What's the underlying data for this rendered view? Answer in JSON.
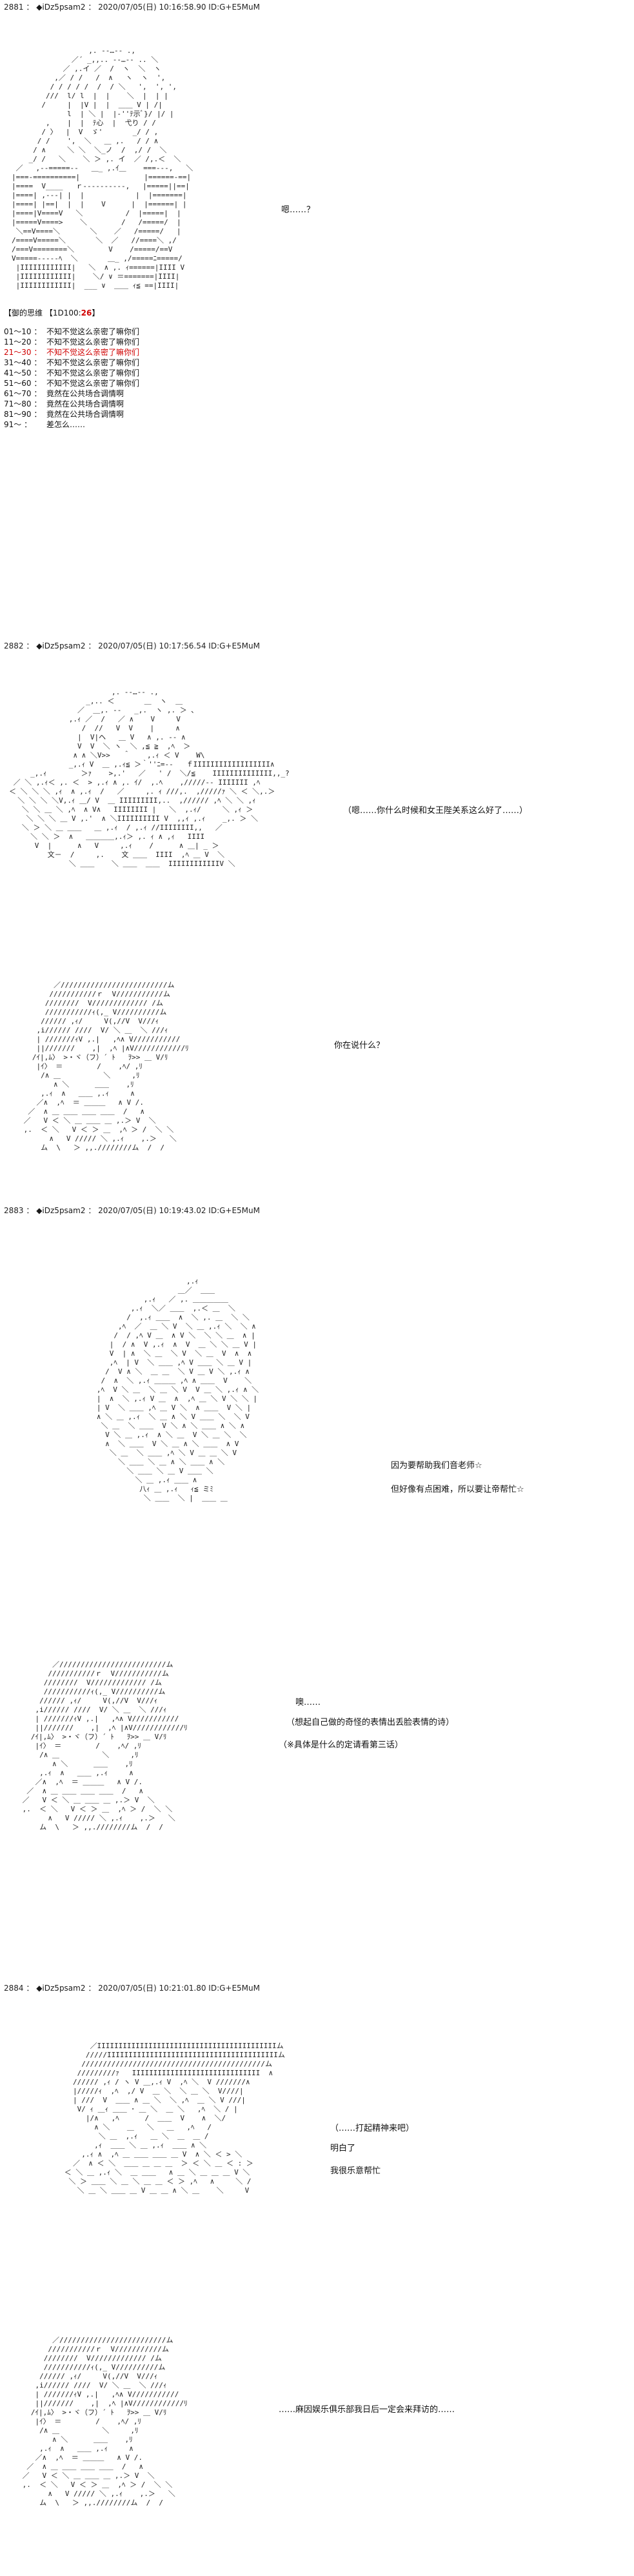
{
  "posts": [
    {
      "number": "2881",
      "name": "◆iDz5psam2",
      "date": "2020/07/05(日) 10:16:58.90 ID:G+E5MuM",
      "speech": [
        "嗯……？"
      ],
      "dice": {
        "title_prefix": "【御的思维  【1D100:",
        "roll": "26",
        "title_suffix": "】",
        "rows": [
          {
            "range": "01～10 ：",
            "text": "不知不觉这么亲密了嘛你们",
            "hit": false
          },
          {
            "range": "11～20 ：",
            "text": "不知不觉这么亲密了嘛你们",
            "hit": false
          },
          {
            "range": "21～30 ：",
            "text": "不知不觉这么亲密了嘛你们",
            "hit": true
          },
          {
            "range": "31～40 ：",
            "text": "不知不觉这么亲密了嘛你们",
            "hit": false
          },
          {
            "range": "41～50 ：",
            "text": "不知不觉这么亲密了嘛你们",
            "hit": false
          },
          {
            "range": "51～60 ：",
            "text": "不知不觉这么亲密了嘛你们",
            "hit": false
          },
          {
            "range": "61～70 ：",
            "text": "竟然在公共场合调情啊",
            "hit": false
          },
          {
            "range": "71～80 ：",
            "text": "竟然在公共场合调情啊",
            "hit": false
          },
          {
            "range": "81～90 ：",
            "text": "竟然在公共场合调情啊",
            "hit": false
          },
          {
            "range": "91～ ：",
            "text": "差怎么……",
            "hit": false
          }
        ]
      }
    },
    {
      "number": "2882",
      "name": "◆iDz5psam2",
      "date": "2020/07/05(日) 10:17:56.54 ID:G+E5MuM",
      "speech": [
        "（嗯……你什么时候和女王陛关系这么好了……）",
        "你在说什么？"
      ]
    },
    {
      "number": "2883",
      "name": "◆iDz5psam2",
      "date": "2020/07/05(日) 10:19:43.02 ID:G+E5MuM",
      "speech": [
        "因为要帮助我们音老师☆",
        "但好像有点困难，所以要让帝帮忙☆",
        "噢……",
        "（想起自己做的奇怪的表情出丢脸表情的诗）",
        "（※具体是什么的定请看第三话）"
      ]
    },
    {
      "number": "2884",
      "name": "◆iDz5psam2",
      "date": "2020/07/05(日) 10:21:01.80 ID:G+E5MuM",
      "speech": [
        "（……打起精神来吧）",
        "明白了",
        "我很乐意帮忙",
        "……麻因娱乐俱乐部我日后一定会来拜访的……"
      ]
    }
  ]
}
